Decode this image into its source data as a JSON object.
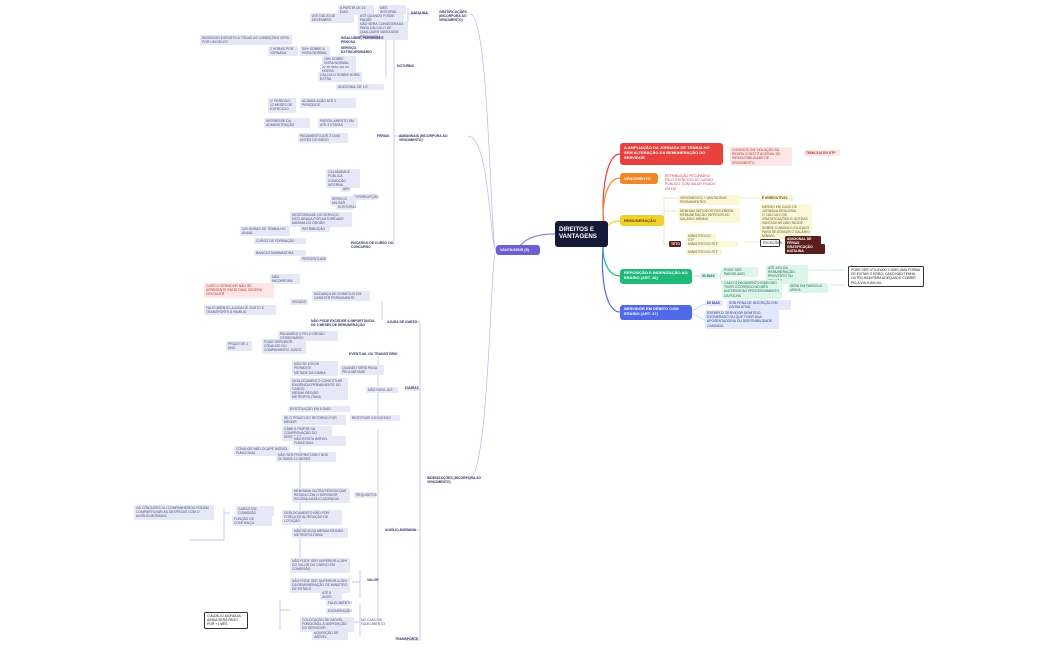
{
  "root": {
    "title": "DIREITOS E VANTAGENS"
  },
  "vantagens": {
    "label": "VANTAGENS (5)",
    "indenizacoes": {
      "label": "INDENIZAÇÕES (INCORPORA AO VENCIMENTO)",
      "items": [
        "DIÁRIAS",
        "TRANSPORTE",
        "AUXÍLIO-MORADIA",
        "AJUDA DE CUSTO"
      ]
    },
    "gratificacoes": {
      "label": "GRATIFICAÇÕES (INCORPORA AO VENCIMENTO)",
      "items": [
        "NATALINA",
        "A PARTIR DE 15 DIAS",
        "MÊS INTEGRAL",
        "ATÉ DIA 20 DE DEZEMBRO",
        "ATÉ QUANDO FOSSE PAGAR",
        "NÃO SERÁ CONSIDERADA PARA CÁLCULO DE QUALQUER VANTAGEM PECUNIÁRIA"
      ]
    },
    "adicionais": {
      "label": "ADICIONAIS (INCORPORA AO VENCIMENTO)",
      "items": [
        "INSALUBRE, PERIGOSA E PENOSA",
        "SERVIDOR EXPOSTO A TODAS AS CONDIÇÕES OPTA POR UM DELES",
        "SERVIÇO EXTRAORDINÁRIO",
        "50% SOBRE A HORA NORMAL",
        "2 HORAS POR JORNADA",
        "NOTURNO",
        "22 HORAS ÀS 05 HORAS",
        "25% SOBRE HORA NORMAL",
        "CÁLCULO SOBRE HORA EXTRA",
        "FÉRIAS",
        "ADICIONAL DE 1/3",
        "ACUMULAÇÃO ATÉ 2 PERÍODOS",
        "1º PERÍODO: 12 MESES DE EXERCÍCIO",
        "PARCELAMENTO EM ATÉ 3 ETAPAS",
        "INTERESSE DA ADMINISTRAÇÃO",
        "PAGAMENTO ATÉ 2 DIAS ANTES DO INÍCIO",
        "INTERRUPÇÃO",
        "CALAMIDADE PÚBLICA",
        "COMOÇÃO INTERNA",
        "JÚRI",
        "SERVIÇO MILITAR",
        "ELEITORAL",
        "NECESSIDADE DO SERVIÇO DECLARADA POR AUTORIDADE MÁXIMA DO ÓRGÃO",
        "ENCARGO DE CURSO OU CONCURSO",
        "RETRIBUIÇÃO",
        "PERCENTUAIS",
        "CURSO DE FORMAÇÃO",
        "BANCA EXAMINADORA",
        "120 HORAS DE TRABALHO ANUAL",
        "NÃO INCORPORA"
      ]
    },
    "diarias": {
      "items": [
        "EVENTUAL OU TRANSITÓRIO",
        "NÃO SE EXIGIR PERNOITE",
        "METADE DA DIÁRIA",
        "QUANDO SERÁ PAGA PELA METADE",
        "NÃO FARÁ JUS",
        "DESLOCAMENTO CONSTITUIR EXIGÊNCIA PERMANENTE DO CARGO",
        "MESMA REGIÃO METROPOLITANA",
        "RESTITUIÇÃO EM 5 DIAS",
        "SE O PRAZO DO RETORNO FOR MENOR",
        "RESTITUIR O EXCESSO"
      ]
    },
    "auxilio_moradia": {
      "items": [
        "CABE À PARTIR DA COMPROVAÇÃO DO SERVIDOR",
        "NÃO EXISTA IMÓVEL FUNCIONAL",
        "CÔNJUGE NÃO OCUPE IMÓVEL FUNCIONAL",
        "NÃO SER PROPRIETÁRIO NOS ÚLTIMOS 12 MESES",
        "NENHUMA OUTRA PESSOA QUE RESIDA COM O SERVIDOR RECEBA AUXÍLIO-MORADIA",
        "DESLOCAMENTO NÃO POR FORÇA DE ALTERAÇÃO DE LOTAÇÃO",
        "NÃO SEJA DA MESMA REGIÃO METROPOLITANA",
        "CARGO EM COMISSÃO",
        "FUNÇÃO DE CONFIANÇA",
        "REQUISITOS",
        "VALOR",
        "NÃO PODE SER SUPERIOR A 25% DO VALOR DO CARGO EM COMISSÃO",
        "NÃO PODE SER SUPERIOR A 25% DA REMUNERAÇÃO DE MINISTRO DE ESTADO",
        "ATÉ 8 ANOS",
        "NO CASO DE FALECIMENTO",
        "FALECIMENTO",
        "EXONERAÇÃO",
        "COLOCAÇÃO DE IMÓVEL FUNCIONAL À DISPOSIÇÃO DO SERVIDOR",
        "AQUISIÇÃO DE IMÓVEL",
        "O AUXÍLIO-MORADIA AINDA SERÁ PAGO POR +1 MÊS",
        "OS CÔNJUGES OU COMPANHEIROS PODEM COMPARTILHAR AS DESPESAS COM O AUXÍLIO-MORADIA"
      ]
    },
    "ajuda_de_custo": {
      "items": [
        "MUDANÇA DE DOMICÍLIO EM CARÁTER PERMANENTE",
        "VEDADO",
        "CASO O SERVIDOR NÃO SE APRESENTE EM 30 DIAS, DEVERÁ DEVOLVER",
        "FALECIMENTO: AJUDA DE CUSTO E TRANSPORTE À FAMÍLIA",
        "NÃO PODE EXCEDER A IMPORTÂNCIA DE 3 MESES DE REMUNERAÇÃO",
        "PAGAMENTO PELO ÓRGÃO CESSIONÁRIO",
        "AJUDA DE CUSTO",
        "PRAZO DE 1 ANO",
        "PODE SERVIDOR CÔNJUGE OU COMPANHEIRO JUNTO"
      ]
    }
  },
  "center": {
    "ampliacao": {
      "title": "A AMPLIAÇÃO DA JORNADA DE TRABALHO SEM ALTERAÇÃO DA REMUNERAÇÃO DO SERVIDOR",
      "note": "CONSISTE EM VIOLAÇÃO DA REGRA CONSTITUCIONAL DE IRREDUTIBILIDADE DE VENCIMENTO",
      "tag": "TEMA 514 DO STF"
    },
    "vencimento": {
      "title": "VENCIMENTO",
      "note": "RETRIBUIÇÃO PECUNIÁRIA PELO EXERCÍCIO DO CARGO PÚBLICO, COM VALOR FIXADO EM LEI"
    },
    "remuneracao": {
      "title": "REMUNERAÇÃO",
      "items": [
        "VENCIMENTO + VANTAGENS PERMANENTES",
        "É IRREDUTÍVEL",
        "NENHUM SERVIDOR RECEBERÁ REMUNERAÇÃO INFERIOR AO SALÁRIO MÍNIMO",
        "MESMO EM CASO DE JORNADA REDUZIDA",
        "O CÁLCULO DE GRATIFICAÇÕES E OUTRAS VANTAGENS NÃO INCIDE SOBRE O ABONO UTILIZADO PARA SE ATINGIR O SALÁRIO MÍNIMO",
        "TETO",
        "MINISTRO DO STF",
        "EXCEÇÕES",
        "ADICIONAL DE FÉRIAS",
        "GRATIFICAÇÃO NATALINA"
      ]
    },
    "reposicao": {
      "title": "REPOSIÇÃO E INDENIZAÇÃO AO ERÁRIO (ART. 46)",
      "badge": "30 DIAS",
      "items": [
        "PODE SER PARCELADO",
        "ATÉ 10% DA REMUNERAÇÃO, PROVENTO OU PENSÃO",
        "CASO O PAGAMENTO INDEVIDO TIVER OCORRIDO NO MÊS ANTERIOR AO PROCESSAMENTO DA FOLHA",
        "SERÁ EM PARCELA ÚNICA",
        "PODE SER UTILIZADO COMO UMA FORMA DE EVITAR O ERRO; CASO NÃO TENHA OUTRO BEM PARA ADEQUADO COBRIR PELA VIA JUDICIAL"
      ]
    },
    "debito": {
      "title": "SERVIDOR EM DÉBITO COM ERÁRIO (ART. 47)",
      "badge": "60 DIAS",
      "items": [
        "PARA QUITAÇÃO DO DÉBITO",
        "SOB PENA DE INSCRIÇÃO EM DÍVIDA ATIVA",
        "EXEMPLO: SERVIDOR DEMITIDO, EXONERADO OU QUE TIVER SUA APOSENTADORIA OU DISPONIBILIDADE CASSADA"
      ]
    }
  },
  "colors": {
    "red": "#e9423e",
    "orange": "#f4862a",
    "yellow": "#f2cf2c",
    "green": "#1fba7a",
    "blue": "#4f69e8",
    "violet": "#6b5fd3",
    "root": "#141a35"
  }
}
